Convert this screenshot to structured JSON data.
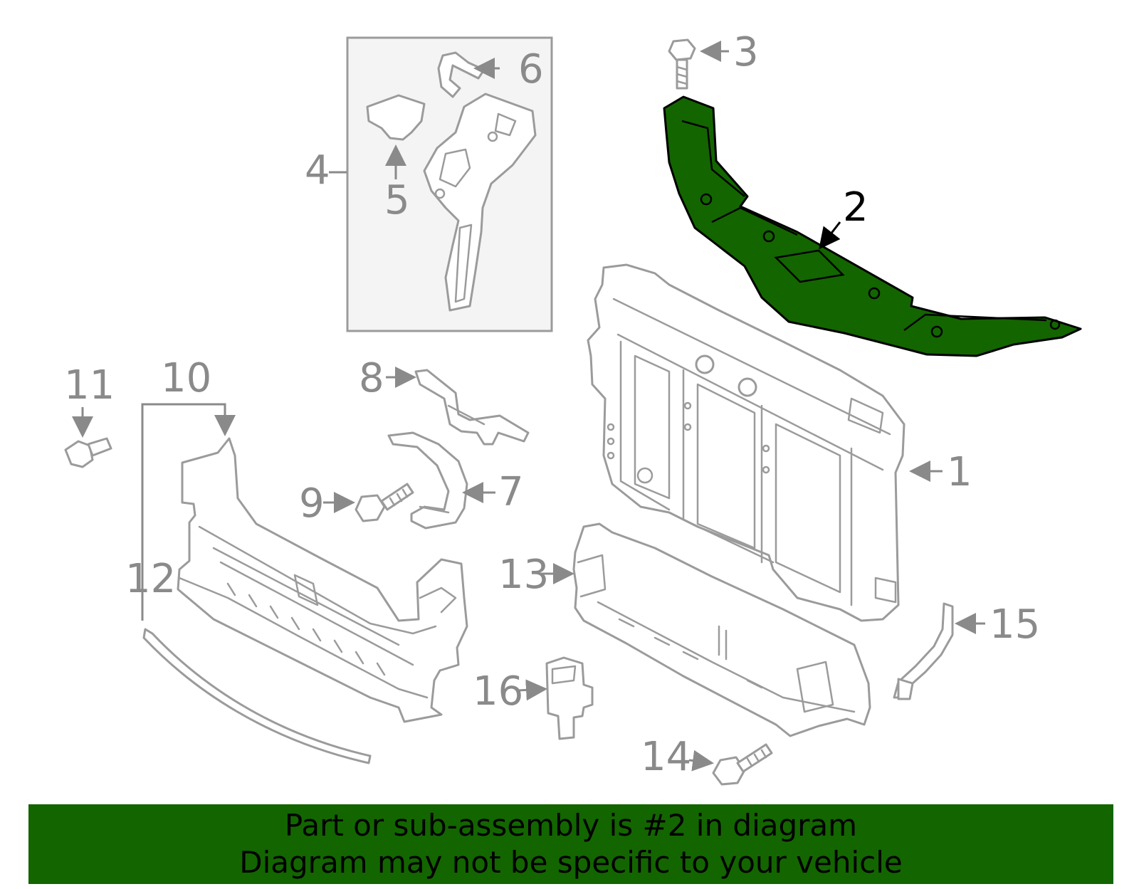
{
  "diagram": {
    "highlighted_part": "2",
    "highlight_color": "#136500",
    "line_color": "#9b9b9b",
    "callouts": [
      "1",
      "2",
      "3",
      "4",
      "5",
      "6",
      "7",
      "8",
      "9",
      "10",
      "11",
      "12",
      "13",
      "14",
      "15",
      "16"
    ]
  },
  "banner": {
    "line1": "Part or sub-assembly is #2 in diagram",
    "line2": "Diagram may not be specific to your vehicle",
    "background": "#136500"
  }
}
